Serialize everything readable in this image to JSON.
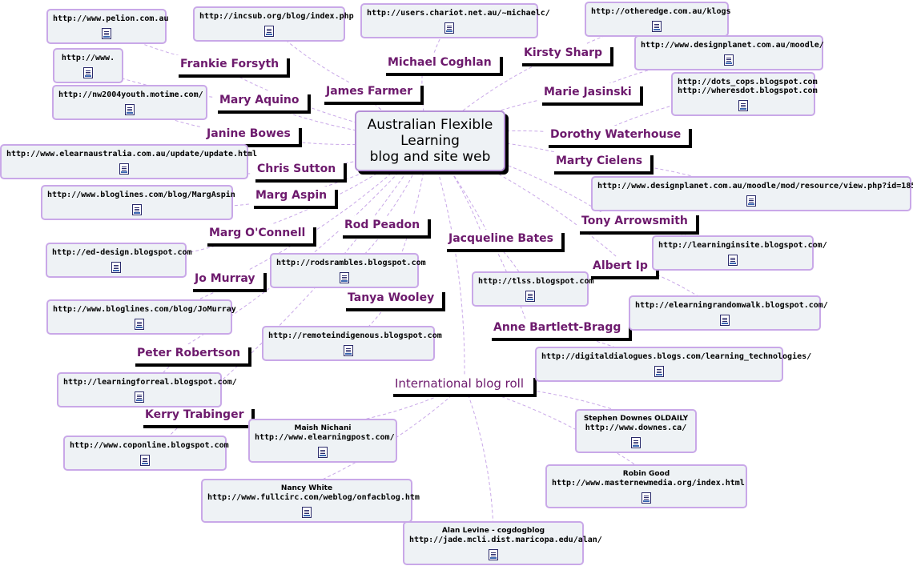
{
  "center": {
    "label": "Australian Flexible\nLearning\nblog and site web"
  },
  "people": [
    "Frankie Forsyth",
    "Michael Coghlan",
    "James Farmer",
    "Kirsty Sharp",
    "Mary Aquino",
    "Marie Jasinski",
    "Janine Bowes",
    "Dorothy Waterhouse",
    "Chris Sutton",
    "Marty Cielens",
    "Marg Aspin",
    "Rod Peadon",
    "Tony Arrowsmith",
    "Marg O'Connell",
    "Jacqueline Bates",
    "Albert Ip",
    "Jo Murray",
    "Tanya Wooley",
    "Anne Bartlett-Bragg",
    "Peter Robertson",
    "Kerry Trabinger"
  ],
  "group_label": "International blog roll",
  "urls": [
    [
      "http://www.pelion.com.au"
    ],
    [
      "http://incsub.org/blog/index.php"
    ],
    [
      "http://users.chariot.net.au/~michaelc/"
    ],
    [
      "http://otheredge.com.au/klogs"
    ],
    [
      "http://www."
    ],
    [
      "http://www.designplanet.com.au/moodle/"
    ],
    [
      "http://nw2004youth.motime.com/"
    ],
    [
      "http://dots_cops.blogspot.com",
      "http://wheresdot.blogspot.com"
    ],
    [
      "http://www.elearnaustralia.com.au/update/update.html"
    ],
    [
      "http://www.bloglines.com/blog/MargAspin"
    ],
    [
      "http://www.designplanet.com.au/moodle/mod/resource/view.php?id=185"
    ],
    [
      "http://ed-design.blogspot.com"
    ],
    [
      "http://learninginsite.blogspot.com/"
    ],
    [
      "http://rodsrambles.blogspot.com"
    ],
    [
      "http://tlss.blogspot.com"
    ],
    [
      "http://www.bloglines.com/blog/JoMurray"
    ],
    [
      "http://elearningrandomwalk.blogspot.com/"
    ],
    [
      "http://remoteindigenous.blogspot.com"
    ],
    [
      "http://digitaldialogues.blogs.com/learning_technologies/"
    ],
    [
      "http://learningforreal.blogspot.com/"
    ],
    [
      "http://www.coponline.blogspot.com"
    ]
  ],
  "international": [
    [
      "Maish Nichani",
      "http://www.elearningpost.com/"
    ],
    [
      "Stephen Downes OLDAILY",
      "http://www.downes.ca/"
    ],
    [
      "Robin Good",
      "http://www.masternewmedia.org/index.html"
    ],
    [
      "Nancy White",
      "http://www.fullcirc.com/weblog/onfacblog.htm"
    ],
    [
      "Alan Levine - cogdogblog",
      "http://jade.mcli.dist.maricopa.edu/alan/"
    ]
  ],
  "colors": {
    "link": "#c9a8e8",
    "border": "#b48fd6",
    "person_text": "#6d1a6d",
    "node_fill": "#eef2f5"
  }
}
